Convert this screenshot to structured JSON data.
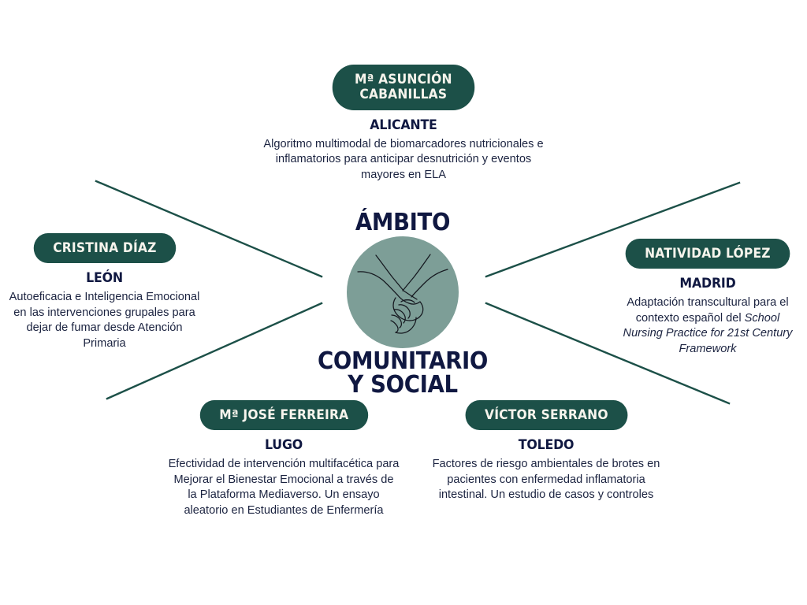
{
  "colors": {
    "pill_green": "#1c5048",
    "circle_sage": "#7d9e97",
    "navy_text": "#101841",
    "pill_text": "#f6f4ec",
    "background": "#ffffff",
    "line": "#1c5048"
  },
  "center": {
    "title_top": "ÁMBITO",
    "title_bottom_line1": "COMUNITARIO",
    "title_bottom_line2": "Y SOCIAL",
    "illustration": "clasped-hands-icon"
  },
  "nodes": [
    {
      "id": "top",
      "name_line1": "Mª ASUNCIÓN",
      "name_line2": "CABANILLAS",
      "city": "ALICANTE",
      "description": "Algoritmo multimodal de biomarcadores nutricionales e inflamatorios para anticipar desnutrición y eventos mayores en ELA"
    },
    {
      "id": "left",
      "name_line1": "CRISTINA DÍAZ",
      "name_line2": "",
      "city": "LEÓN",
      "description": "Autoeficacia e Inteligencia Emocional en las intervenciones grupales para dejar de fumar desde Atención Primaria"
    },
    {
      "id": "right",
      "name_line1": "NATIVIDAD LÓPEZ",
      "name_line2": "",
      "city": "MADRID",
      "description_plain": "Adaptación transcultural para el contexto español del ",
      "description_italic": "School Nursing Practice for 21st Century Framework"
    },
    {
      "id": "bottomleft",
      "name_line1": "Mª JOSÉ FERREIRA",
      "name_line2": "",
      "city": "LUGO",
      "description": "Efectividad de intervención multifacética para Mejorar el Bienestar Emocional a través de la Plataforma Mediaverso. Un ensayo aleatorio en Estudiantes de Enfermería"
    },
    {
      "id": "bottomright",
      "name_line1": "VÍCTOR SERRANO",
      "name_line2": "",
      "city": "TOLEDO",
      "description": "Factores de riesgo ambientales de brotes en pacientes con enfermedad inflamatoria intestinal. Un estudio de casos y controles"
    }
  ]
}
